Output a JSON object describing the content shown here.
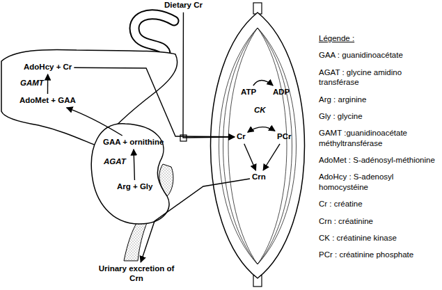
{
  "diagram": {
    "nodes": [
      {
        "text": [
          "Dietary Cr"
        ]
      },
      {
        "text": [
          "AdoHcy + Cr"
        ]
      },
      {
        "text": [
          "AdoMet + GAA"
        ]
      },
      {
        "text": [
          "GAA + ornithine"
        ]
      },
      {
        "text": [
          "Arg + Gly"
        ]
      },
      {
        "text": [
          "ATP"
        ]
      },
      {
        "text": [
          "ADP"
        ]
      },
      {
        "text": [
          "Cr"
        ]
      },
      {
        "text": [
          "PCr"
        ]
      },
      {
        "text": [
          "Crn"
        ]
      },
      {
        "text": [
          "Urinary excretion of Crn"
        ]
      }
    ],
    "edges": [
      {
        "from": 4,
        "to": 3,
        "arrow": "to",
        "label": "AGAT"
      },
      {
        "from": 2,
        "to": 1,
        "arrow": "to",
        "label": "GAMT"
      },
      {
        "from": 3,
        "to": 2,
        "arrow": "to"
      },
      {
        "from": 1,
        "to": 7,
        "arrow": "to"
      },
      {
        "from": 0,
        "to": 7,
        "arrow": "to"
      },
      {
        "from": 5,
        "to": 6,
        "arrow": "to"
      },
      {
        "from": 7,
        "to": 8,
        "arrow": "both",
        "label": "CK"
      },
      {
        "from": 7,
        "to": 9,
        "arrow": "to"
      },
      {
        "from": 8,
        "to": 9,
        "arrow": "to"
      },
      {
        "from": 9,
        "to": 10,
        "arrow": "to"
      }
    ],
    "labels": [
      "Légende :",
      "GAA : guanidinoacétate",
      "AGAT : glycine amidino transférase",
      "Arg : arginine",
      "Gly : glycine",
      "GAMT :guanidinoacétate méthyltransférase",
      "AdoMet : S-adénosyl-méthionine",
      "AdoHcy : S-adenosyl homocystéine",
      "Cr : créatine",
      "Crn : créatinine",
      "CK : créatinine kinase",
      "PCr : créatinine phosphate"
    ]
  }
}
